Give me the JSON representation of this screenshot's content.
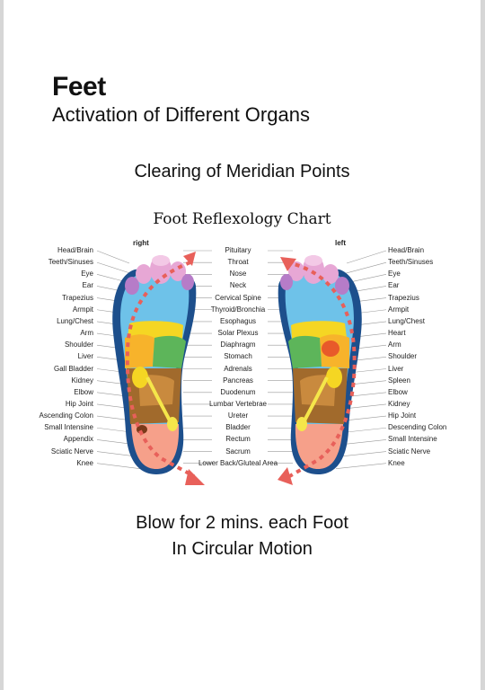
{
  "header": {
    "title": "Feet",
    "subtitle": "Activation of Different Organs",
    "section": "Clearing of Meridian Points"
  },
  "chart": {
    "title": "Foot Reflexology Chart",
    "right_label": "right",
    "left_label": "left",
    "right_foot_labels": [
      "Head/Brain",
      "Teeth/Sinuses",
      "Eye",
      "Ear",
      "Trapezius",
      "Armpit",
      "Lung/Chest",
      "Arm",
      "Shoulder",
      "Liver",
      "Gall Bladder",
      "Kidney",
      "Elbow",
      "Hip Joint",
      "Ascending Colon",
      "Small Intensine",
      "Appendix",
      "Sciatic Nerve",
      "Knee"
    ],
    "center_labels": [
      "Pituitary",
      "Throat",
      "Nose",
      "Neck",
      "Cervical Spine",
      "Thyroid/Bronchia",
      "Esophagus",
      "Solar Plexus",
      "Diaphragm",
      "Stomach",
      "Adrenals",
      "Pancreas",
      "Duodenum",
      "Lumbar Vertebrae",
      "Ureter",
      "Bladder",
      "Rectum",
      "Sacrum",
      "Lower Back/Gluteal Area"
    ],
    "left_foot_labels": [
      "Head/Brain",
      "Teeth/Sinuses",
      "Eye",
      "Ear",
      "Trapezius",
      "Armpit",
      "Lung/Chest",
      "Heart",
      "Arm",
      "Shoulder",
      "Liver",
      "Spleen",
      "Elbow",
      "Kidney",
      "Hip Joint",
      "Descending Colon",
      "Small Intensine",
      "Sciatic Nerve",
      "Knee"
    ]
  },
  "instructions": {
    "line1": "Blow for 2 mins. each Foot",
    "line2": "In Circular Motion"
  },
  "colors": {
    "arrow": "#e8605a",
    "foot_outline": "#1d4f8c",
    "heel": "#f6a08a",
    "toes": "#e7a7d5"
  }
}
